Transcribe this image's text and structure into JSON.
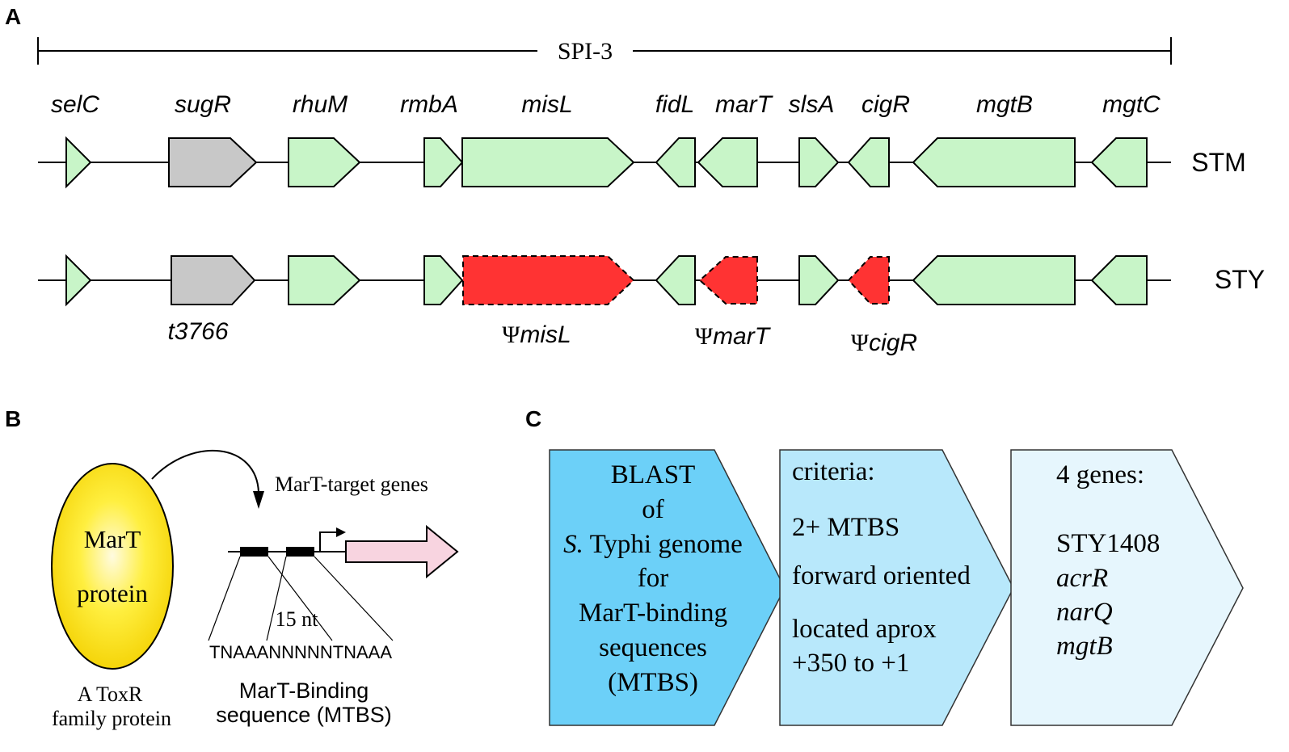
{
  "panelA": {
    "label": "A",
    "island": "SPI-3",
    "strains": [
      "STM",
      "STY"
    ],
    "top_genes": [
      "selC",
      "sugR",
      "rhuM",
      "rmbA",
      "misL",
      "fidL",
      "marT",
      "slsA",
      "cigR",
      "mgtB",
      "mgtC"
    ],
    "bottom_labels": [
      {
        "prefix": "",
        "name": "t3766"
      },
      {
        "prefix": "Ψ",
        "name": "misL"
      },
      {
        "prefix": "Ψ",
        "name": "marT"
      },
      {
        "prefix": "Ψ",
        "name": "cigR"
      }
    ],
    "colors": {
      "gene": "#c8f5c8",
      "grey_gene": "#c8c8c8",
      "pseudogene": "#ff3333"
    }
  },
  "panelB": {
    "label": "B",
    "protein_line1": "MarT",
    "protein_line2": "protein",
    "protein_caption_line1": "A ToxR",
    "protein_caption_line2": "family protein",
    "target_label": "MarT-target genes",
    "spacing": "15 nt",
    "sequence": "TNAAANNNNNTNAAA",
    "mtbs_line1": "MarT-Binding",
    "mtbs_line2": "sequence (MTBS)",
    "colors": {
      "protein": "#ffee00",
      "target_gene": "#f8d4e0"
    }
  },
  "panelC": {
    "label": "C",
    "box1": {
      "lines": [
        "BLAST",
        "of",
        "S.|Typhi genome",
        "for",
        "MarT-binding",
        "sequences",
        "(MTBS)"
      ],
      "color": "#6cd0f8"
    },
    "box2": {
      "lines": [
        "criteria:",
        "2+ MTBS",
        "forward oriented",
        "located aprox",
        "+350 to +1"
      ],
      "color": "#b8e8fb"
    },
    "box3": {
      "lines": [
        "4 genes:",
        "STY1408",
        "acrR",
        "narQ",
        "mgtB"
      ],
      "color": "#e6f6fd"
    }
  }
}
